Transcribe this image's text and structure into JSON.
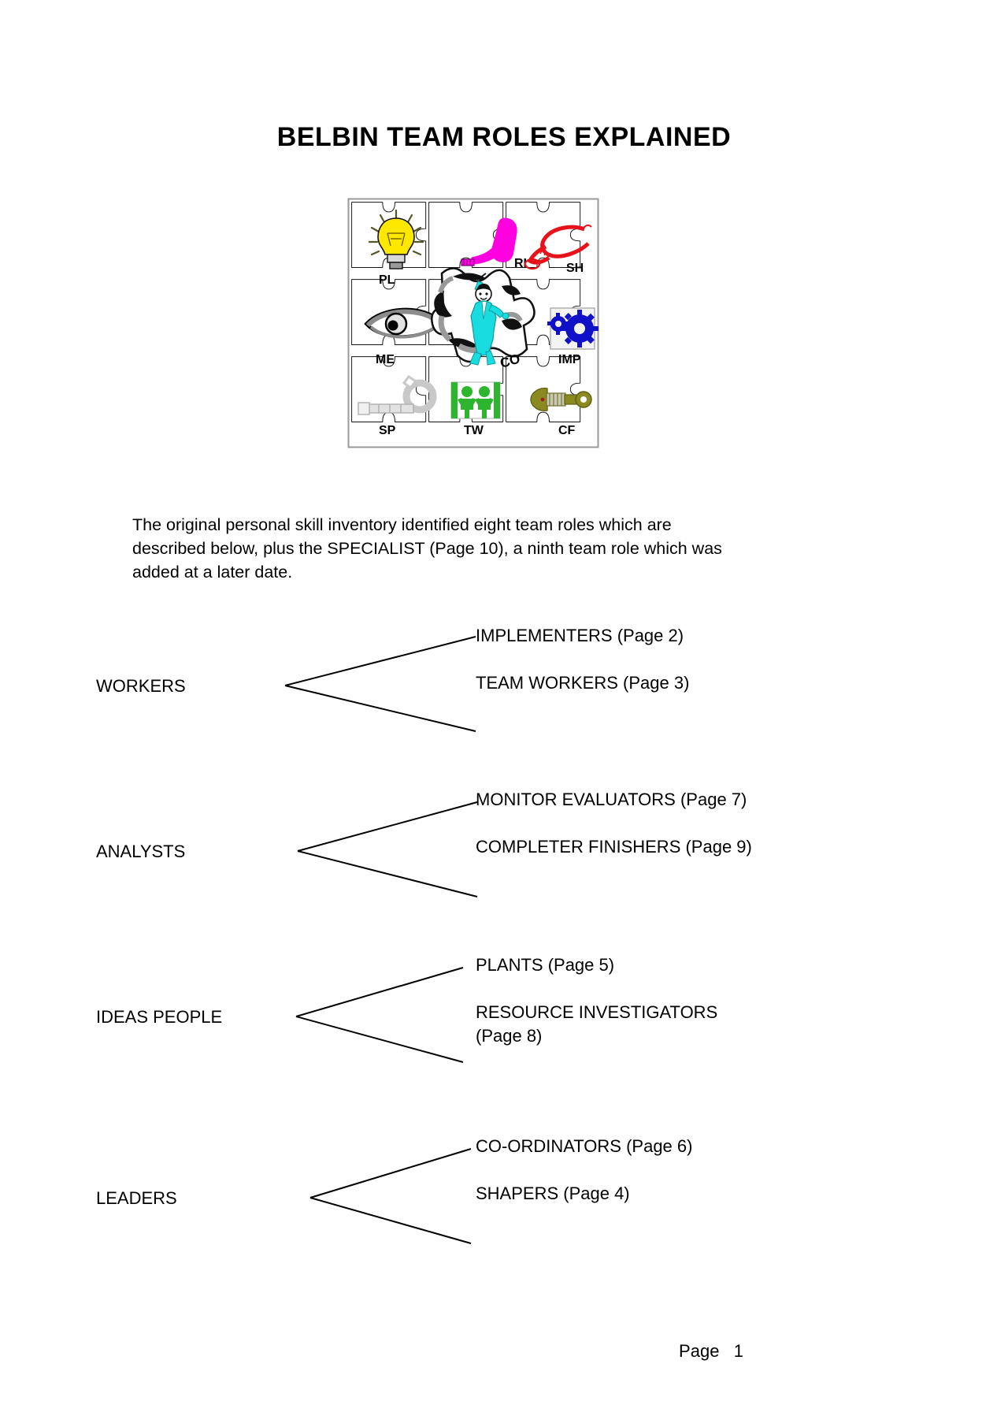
{
  "document": {
    "title": "BELBIN TEAM ROLES EXPLAINED",
    "footer": "Page   1",
    "intro": "The original personal skill inventory identified eight team roles which are described below, plus the SPECIALIST (Page 10), a ninth team role which was added at a later date."
  },
  "figure": {
    "alt": "belbin-team-roles-jigsaw-puzzle",
    "pieces": [
      {
        "code": "PL",
        "icon": "lightbulb-icon",
        "color": "#FFE800"
      },
      {
        "code": "RI",
        "icon": "telephone-handset-icon",
        "color": "#FF00E0"
      },
      {
        "code": "SH",
        "icon": "whip-icon",
        "color": "#E8121B"
      },
      {
        "code": "ME",
        "icon": "eye-icon",
        "color": "#000000"
      },
      {
        "code": "CO",
        "icon": "conductor-icon",
        "color": "#18DCE0"
      },
      {
        "code": "IMP",
        "icon": "gears-icon",
        "color": "#1010C8"
      },
      {
        "code": "SP",
        "icon": "spanner-icon",
        "color": "#D8D8D8"
      },
      {
        "code": "TW",
        "icon": "holding-hands-icon",
        "color": "#2DB52D"
      },
      {
        "code": "CF",
        "icon": "clamp-key-icon",
        "color": "#8A8A20"
      }
    ]
  },
  "groups": [
    {
      "label": "WORKERS",
      "children": [
        "IMPLEMENTERS (Page 2)",
        "TEAM WORKERS (Page 3)"
      ]
    },
    {
      "label": "ANALYSTS",
      "children": [
        "MONITOR EVALUATORS (Page 7)",
        "COMPLETER FINISHERS (Page 9)"
      ]
    },
    {
      "label": "IDEAS PEOPLE",
      "children": [
        "PLANTS (Page 5)",
        "RESOURCE INVESTIGATORS\n(Page 8)"
      ]
    },
    {
      "label": "LEADERS",
      "children": [
        "CO-ORDINATORS (Page 6)",
        "SHAPERS (Page 4)"
      ]
    }
  ]
}
